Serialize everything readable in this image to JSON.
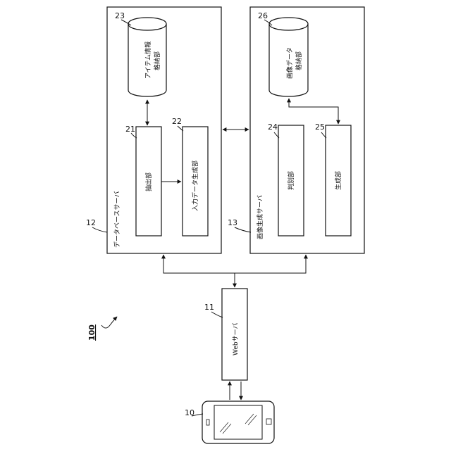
{
  "figure": {
    "system_ref": "100",
    "terminal": {
      "ref": "10"
    },
    "web_server": {
      "ref": "11",
      "label": "Webサーバ"
    },
    "database_server": {
      "ref": "12",
      "label": "データベースサーバ",
      "item_store": {
        "ref": "23",
        "label_line1": "アイテム情報",
        "label_line2": "格納部"
      },
      "extractor": {
        "ref": "21",
        "label": "抽出部"
      },
      "input_generator": {
        "ref": "22",
        "label": "入力データ生成部"
      }
    },
    "image_server": {
      "ref": "13",
      "label": "画像生成サーバ",
      "image_store": {
        "ref": "26",
        "label_line1": "画像データ",
        "label_line2": "格納部"
      },
      "discriminator": {
        "ref": "24",
        "label": "判別部"
      },
      "generator": {
        "ref": "25",
        "label": "生成部"
      }
    }
  }
}
